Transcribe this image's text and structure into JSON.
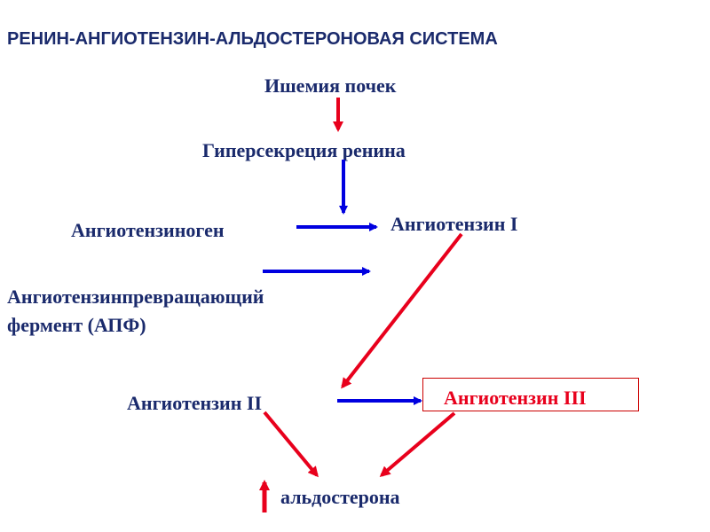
{
  "title": "РЕНИН-АНГИОТЕНЗИН-АЛЬДОСТЕРОНОВАЯ СИСТЕМА",
  "nodes": {
    "ischemia": "Ишемия почек",
    "renin": "Гиперсекреция ренина",
    "angiotensinogen": "Ангиотензиноген",
    "angiotensin1": "Ангиотензин I",
    "ace_line1": "Ангиотензинпревращающий",
    "ace_line2": "фермент (АПФ)",
    "angiotensin2": "Ангиотензин II",
    "angiotensin3": "Ангиотензин III",
    "aldosterone": "альдостерона"
  },
  "colors": {
    "text": "#1a2a6c",
    "blue_arrow": "#0000e0",
    "red_arrow": "#e8001c"
  }
}
